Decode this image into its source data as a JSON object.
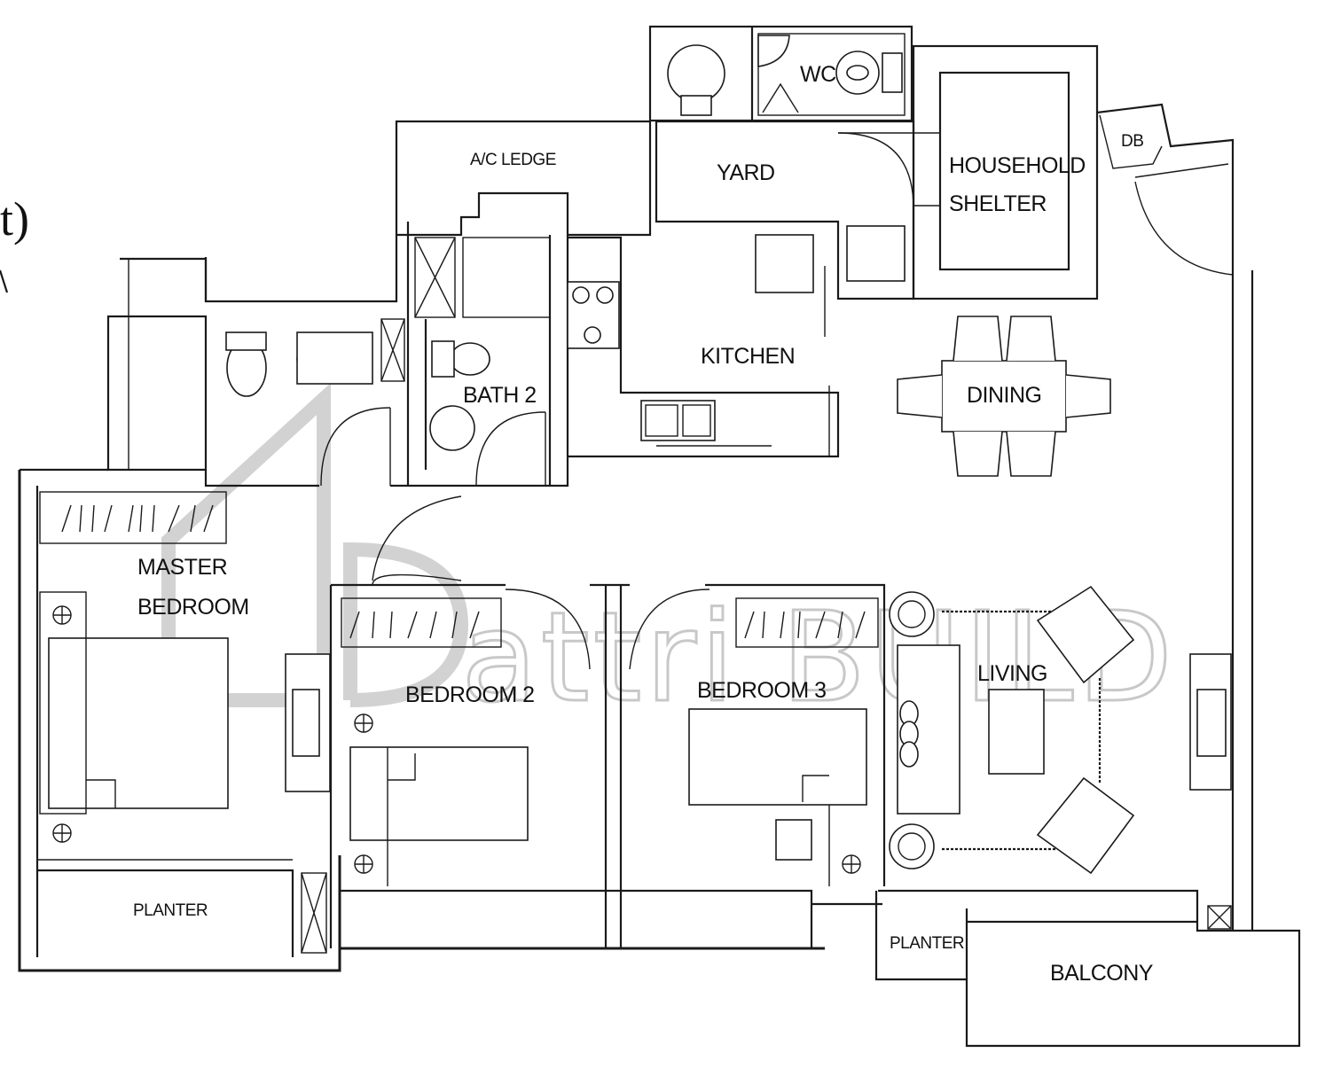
{
  "rooms": {
    "ac_ledge": "A/C LEDGE",
    "wc": "WC",
    "yard": "YARD",
    "household_shelter_line1": "HOUSEHOLD",
    "household_shelter_line2": "SHELTER",
    "db": "DB",
    "bath2": "BATH 2",
    "kitchen": "KITCHEN",
    "dining": "DINING",
    "master_bedroom_line1": "MASTER",
    "master_bedroom_line2": "BEDROOM",
    "bedroom2": "BEDROOM 2",
    "bedroom3": "BEDROOM 3",
    "living": "LIVING",
    "planter_left": "PLANTER",
    "planter_right": "PLANTER",
    "balcony": "BALCONY"
  },
  "watermark": {
    "text": "attri BUILD"
  },
  "edge_fragment": {
    "glyph": "t)"
  }
}
